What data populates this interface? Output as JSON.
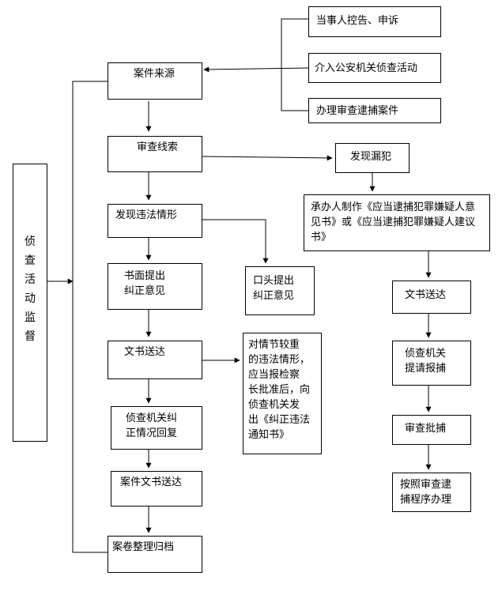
{
  "diagram": {
    "main": {
      "supervision": "侦\n查\n活\n动\n监\n督",
      "source": "案件来源",
      "review_clues": "审查线索",
      "find_violation": "发现违法情形",
      "written_opinion": "书面提出\n纠正意见",
      "doc_delivery": "文书送达",
      "reply": "侦查机关纠\n正情况回复",
      "case_doc_delivery": "案件文书送达",
      "archive": "案卷整理归档"
    },
    "sources": {
      "complaint": "当事人控告、申诉",
      "intervene": "介入公安机关侦查活动",
      "handle_arrest": "办理审查逮捕案件"
    },
    "side": {
      "oral_opinion": "口头提出\n纠正意见",
      "serious_case": "对情节较重\n的违法情形，\n应当报检察\n长批准后，向\n侦查机关发\n出《纠正违法\n通知书》"
    },
    "omission": {
      "find_omission": "发现漏犯",
      "prepare_opinion": "承办人制作《应当逮捕犯罪嫌疑人意\n见书》或《应当逮捕犯罪嫌疑人建议\n书》",
      "doc_delivery": "文书送达",
      "request_arrest": "侦查机关\n提请报捕",
      "approve_arrest": "审查批捕",
      "handle_procedure": "按照审查逮\n捕程序办理"
    }
  }
}
